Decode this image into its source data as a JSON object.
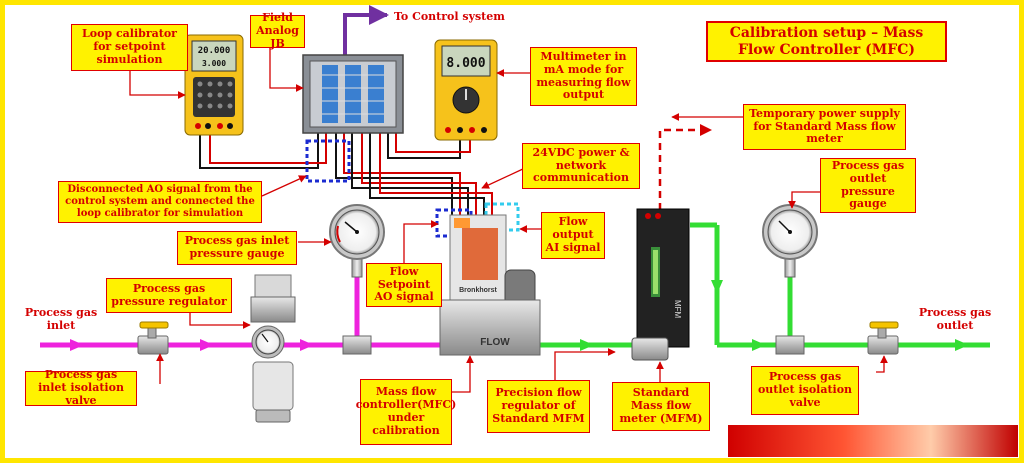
{
  "title": "Calibration setup – Mass Flow Controller (MFC)",
  "labels": {
    "loop_calibrator": "Loop calibrator for setpoint simulation",
    "field_jb": "Field Analog JB",
    "to_control": "To Control system",
    "multimeter": "Multimeter in mA mode for measuring flow output",
    "temp_power": "Temporary power supply for Standard Mass flow meter",
    "power_network": "24VDC power & network communication",
    "disconnected_ao": "Disconnected AO signal from the control system and connected the loop calibrator for simulation",
    "outlet_gauge": "Process gas outlet pressure gauge",
    "inlet_gauge": "Process gas inlet pressure gauge",
    "flow_output": "Flow output AI signal",
    "setpoint_ao": "Flow Setpoint AO signal",
    "regulator": "Process gas pressure regulator",
    "gas_inlet": "Process gas inlet",
    "gas_outlet": "Process gas outlet",
    "inlet_valve": "Process gas inlet isolation valve",
    "mfc": "Mass flow controller(MFC) under calibration",
    "precision_reg": "Precision flow regulator of Standard MFM",
    "std_mfm": "Standard Mass flow meter (MFM)",
    "outlet_valve": "Process gas outlet isolation valve"
  },
  "devices": {
    "calibrator_display_1": "20.000",
    "calibrator_display_2": "3.000",
    "multimeter_display": "8.000",
    "mfc_brand": "Bronkhorst",
    "mfc_flow_mark": "FLOW",
    "mfm_text": "MFM"
  },
  "colors": {
    "inlet_pipe": "#ee22dd",
    "outlet_pipe": "#33dd33",
    "label_fill": "#fff200",
    "label_text": "#d40000",
    "frame": "#ffe600",
    "control_arrow": "#7030a0"
  }
}
